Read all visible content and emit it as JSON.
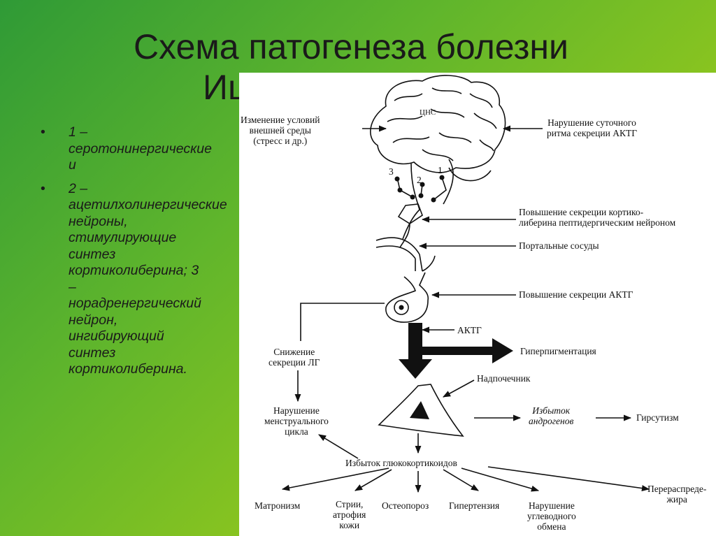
{
  "slide": {
    "title_line1": "Схема патогенеза болезни",
    "title_line2": "Иц",
    "bullets": [
      "1 – серотонинергические и",
      "2 – ацетилхолинергические нейроны, стимулирующие синтез кортиколиберина; 3 – норадренергический нейрон, ингибирующий синтез кортиколиберина."
    ]
  },
  "diagram": {
    "brain_label": "ЦНС",
    "neuron_numbers": [
      "3",
      "2",
      "1"
    ],
    "labels": {
      "env_change": "Изменение условий\nвнешней среды\n(стресс и др.)",
      "circadian": "Нарушение суточного\nритма секреции АКТГ",
      "crh_secretion": "Повышение секреции кортико-\nлиберина пептидергическим нейроном",
      "portal": "Портальные сосуды",
      "acth_up": "Повышение секреции АКТГ",
      "acth": "АКТГ",
      "hyperpigm": "Гиперпигментация",
      "lh_down": "Снижение\nсекреции ЛГ",
      "adrenal": "Надпочечник",
      "menstrual": "Нарушение\nменструального\nцикла",
      "androgen": "Избыток\nандрогенов",
      "hirsutism": "Гирсутизм",
      "glucocorticoid": "Избыток глюкокортикоидов",
      "redistrib": "Перераспреде-\nжира",
      "matronism": "Матронизм",
      "striae": "Стрии,\nатрофия\nкожи",
      "osteoporosis": "Остеопороз",
      "hypertension": "Гипертензия",
      "carb": "Нарушение\nуглеводного\nобмена"
    }
  }
}
